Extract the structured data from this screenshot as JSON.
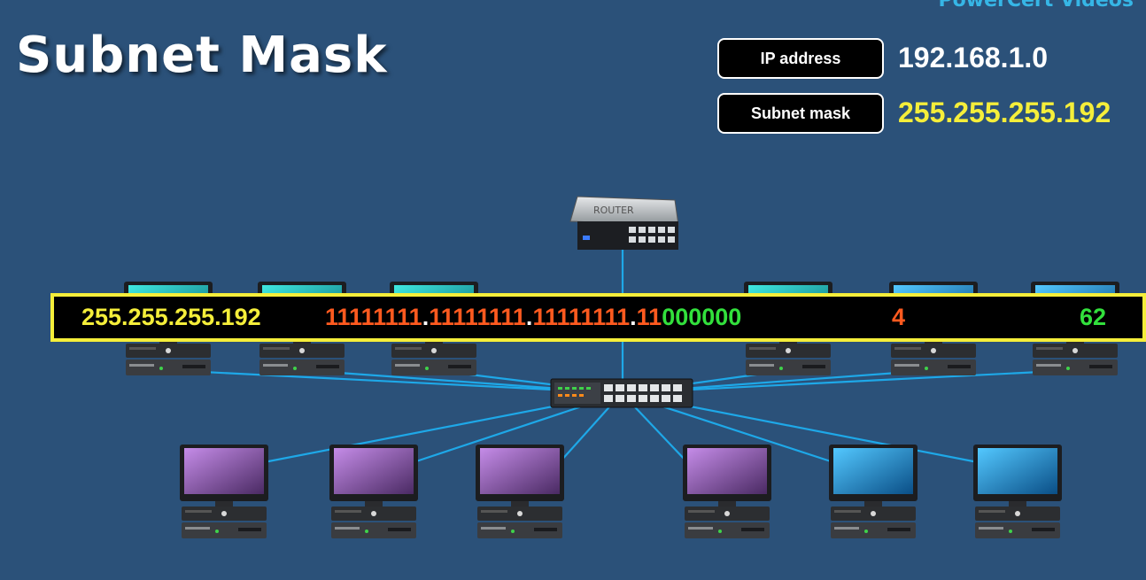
{
  "brand": "PowerCert Videos",
  "title": "Subnet Mask",
  "ip_label": "IP address",
  "ip_value": "192.168.1.0",
  "mask_label": "Subnet mask",
  "mask_value": "255.255.255.192",
  "router_label": "ROUTER",
  "bar": {
    "mask": "255.255.255.192",
    "binary_network": "11111111",
    "dot": ".",
    "binary_partial": "11",
    "binary_host": "000000",
    "subnets": "4",
    "hosts": "62"
  },
  "colors": {
    "background": "#2b5179",
    "yellow": "#f5ee3a",
    "orange": "#ff5a1f",
    "green": "#32e03c",
    "cable": "#1ea8e8"
  },
  "icons": {
    "router": "router-icon",
    "switch": "switch-icon",
    "computer": "computer-icon"
  }
}
